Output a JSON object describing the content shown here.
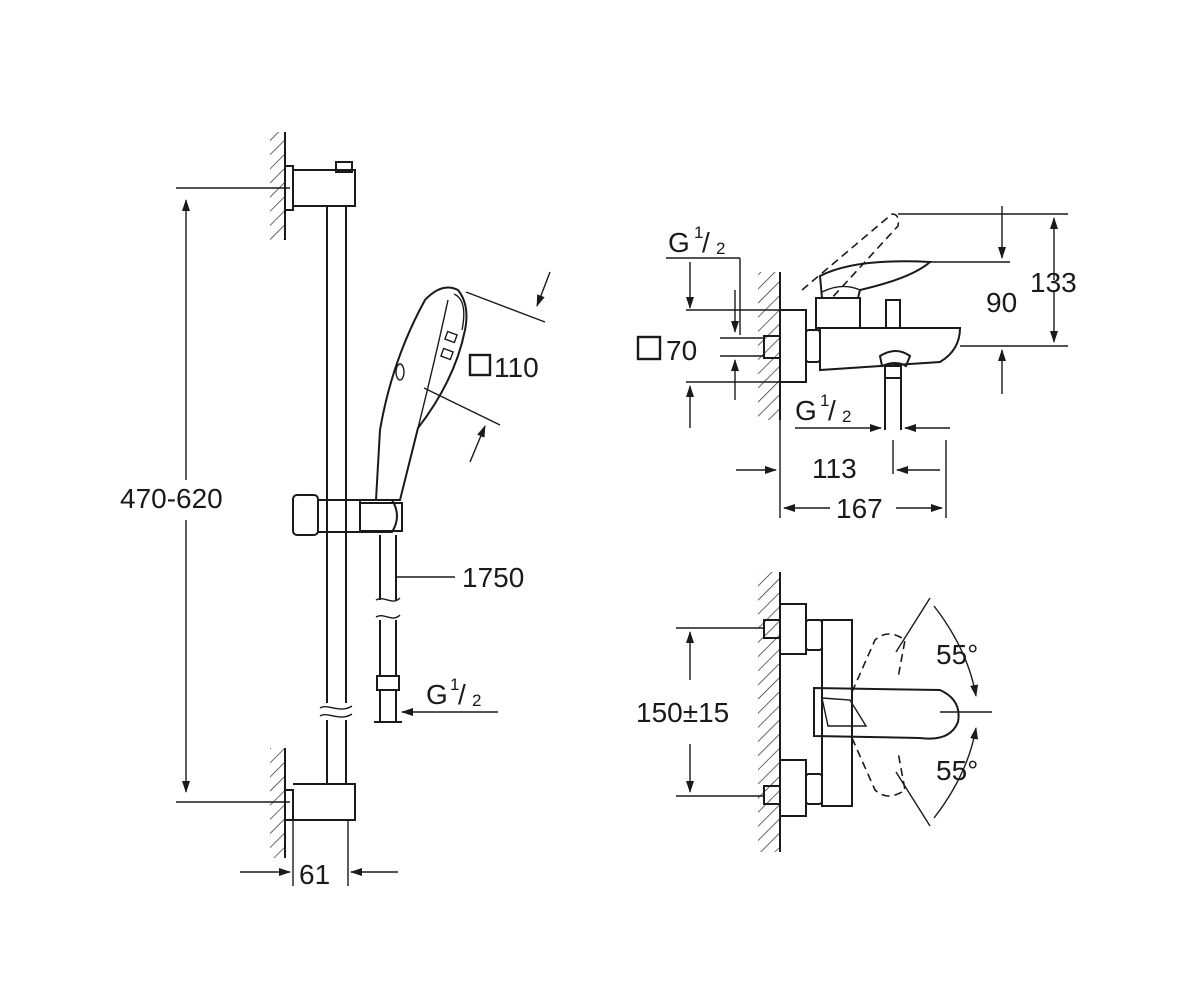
{
  "shower_rail": {
    "height_range": "470-620",
    "hand_shower_size": "110",
    "hose_length": "1750",
    "wall_distance": "61",
    "thread": {
      "prefix": "G",
      "numerator": "1",
      "slash": "/",
      "denominator": "2"
    }
  },
  "bath_mixer_side": {
    "inlet_thread": {
      "prefix": "G",
      "numerator": "1",
      "slash": "/",
      "denominator": "2"
    },
    "outlet_thread": {
      "prefix": "G",
      "numerator": "1",
      "slash": "/",
      "denominator": "2"
    },
    "flange_size": "70",
    "spout_height": "90",
    "total_height": "133",
    "outlet_projection": "113",
    "total_projection": "167"
  },
  "bath_mixer_front": {
    "center_distance": "150±15",
    "angle_up": "55°",
    "angle_down": "55°"
  }
}
